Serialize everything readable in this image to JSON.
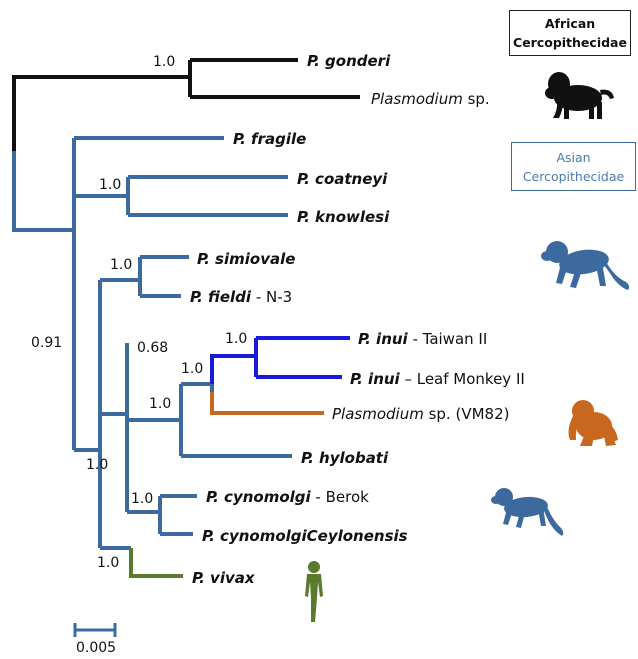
{
  "legend": {
    "african": [
      "African",
      "Cercopithecidae"
    ],
    "asian": [
      "Asian",
      "Cercopithecidae"
    ]
  },
  "colors": {
    "african": "#111111",
    "asian": "#3d6a9e",
    "inui": "#1a1adc",
    "orangutan": "#c8671e",
    "human": "#5b7a2e"
  },
  "icons": [
    "baboon-silhouette",
    "monkey-silhouette",
    "orangutan-silhouette",
    "monkey-silhouette",
    "human-silhouette"
  ],
  "tips": {
    "gonderi": {
      "species": "P. gonderi"
    },
    "plasmodium_sp": {
      "genus": "Plasmodium",
      "rest": " sp."
    },
    "fragile": {
      "species": "P. fragile"
    },
    "coatneyi": {
      "species": "P. coatneyi"
    },
    "knowlesi": {
      "species": "P. knowlesi"
    },
    "simiovale": {
      "species": "P. simiovale"
    },
    "fieldi": {
      "species": "P. fieldi",
      "rest": " - N-3"
    },
    "inui_taiwan": {
      "species": "P. inui",
      "rest": " - Taiwan II"
    },
    "inui_leaf": {
      "species": "P. inui",
      "rest": " – Leaf Monkey II"
    },
    "plasmodium_vm82": {
      "genus": "Plasmodium",
      "rest": " sp. (VM82)"
    },
    "hylobati": {
      "species": "P. hylobati"
    },
    "cynomolgi_berok": {
      "species": "P. cynomolgi",
      "rest": " - Berok"
    },
    "cynomolgi_ceylonensis": {
      "species": "P. cynomolgiCeylonensis"
    },
    "vivax": {
      "species": "P. vivax"
    }
  },
  "support": {
    "gonderi_clade": "1.0",
    "coatneyi_knowlesi": "1.0",
    "simiovale_fieldi": "1.0",
    "asian_clade": "0.91",
    "clade_068": "0.68",
    "inui_pair": "1.0",
    "inui_vm82": "1.0",
    "hylobati_clade": "1.0",
    "cynomolgi_pair": "1.0",
    "big_clade": "1.0",
    "vivax_clade": "1.0"
  },
  "scale": {
    "label": "0.005"
  }
}
